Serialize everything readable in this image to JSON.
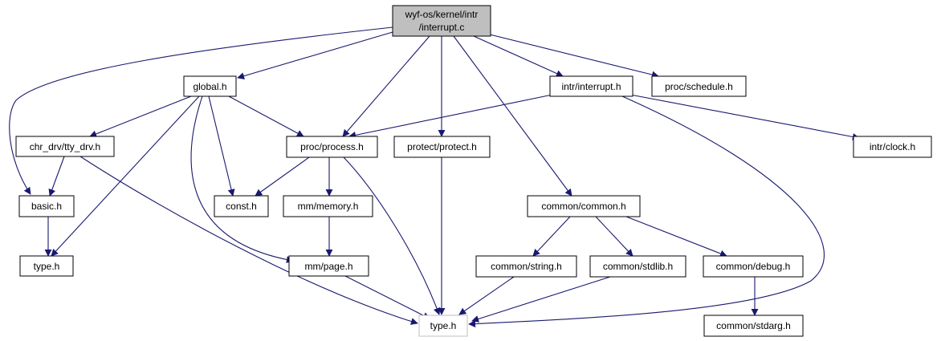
{
  "diagram": {
    "root": {
      "line1": "wyf-os/kernel/intr",
      "line2": "/interrupt.c"
    },
    "nodes": {
      "global_h": "global.h",
      "intr_interrupt_h": "intr/interrupt.h",
      "proc_schedule_h": "proc/schedule.h",
      "chr_drv_tty_drv_h": "chr_drv/tty_drv.h",
      "proc_process_h": "proc/process.h",
      "protect_protect_h": "protect/protect.h",
      "intr_clock_h": "intr/clock.h",
      "basic_h": "basic.h",
      "const_h": "const.h",
      "mm_memory_h": "mm/memory.h",
      "common_common_h": "common/common.h",
      "type_h_left": "type.h",
      "mm_page_h": "mm/page.h",
      "common_string_h": "common/string.h",
      "common_stdlib_h": "common/stdlib.h",
      "common_debug_h": "common/debug.h",
      "type_h_sys": "type.h",
      "common_stdarg_h": "common/stdarg.h"
    },
    "colors": {
      "edge": "#191970",
      "root_fill": "#bfbfbf",
      "node_border": "#000000",
      "leaf_border": "#bfbfbf"
    }
  }
}
